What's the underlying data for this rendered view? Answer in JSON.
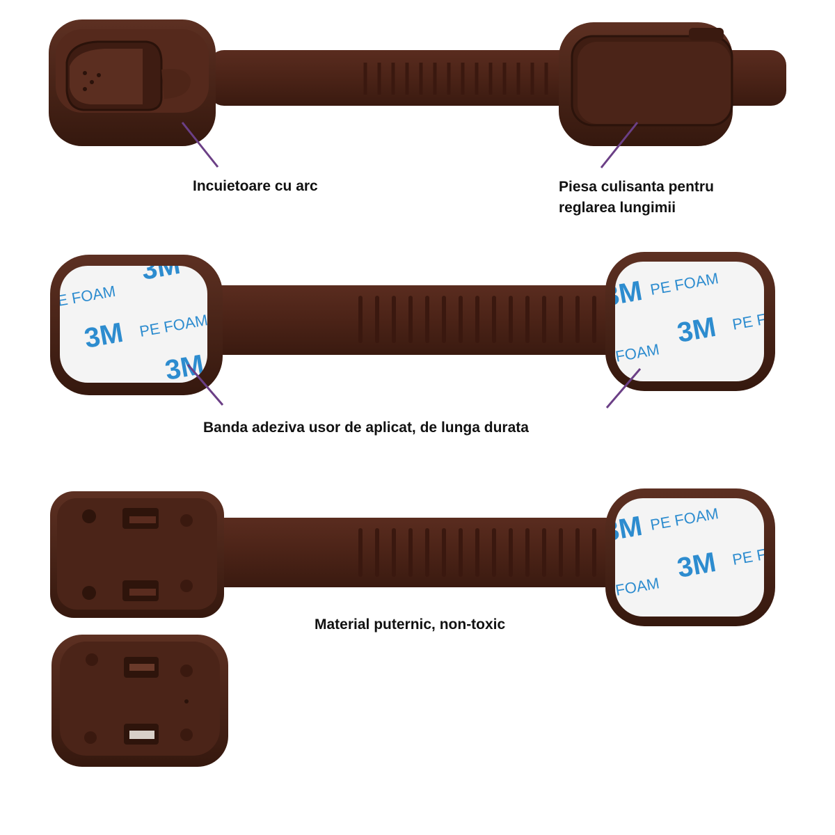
{
  "colors": {
    "brown": "#4a2318",
    "brown_dark": "#2f150d",
    "brown_light": "#6a3a2a",
    "pointer": "#6b3f86",
    "foam_text": "#2d8ccf",
    "pad_white": "#f4f4f4"
  },
  "labels": {
    "spring_lock": "Incuietoare cu arc",
    "slider_line1": "Piesa culisanta pentru",
    "slider_line2": "reglarea lungimii",
    "adhesive": "Banda adeziva usor de aplicat, de lunga durata",
    "material": "Material puternic, non-toxic"
  },
  "pad_text": {
    "brand": "3M",
    "product": "PE FOAM",
    "product_partial_left": "E FOAM",
    "product_partial_right": "PE F",
    "foam_partial": "FOAM",
    "product_partial_short": "PE F"
  }
}
